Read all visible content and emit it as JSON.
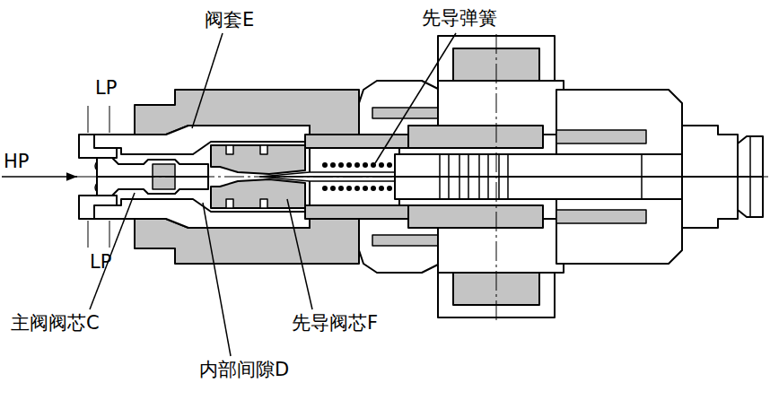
{
  "diagram": {
    "labels": [
      "阀套E",
      "先导弹簧",
      "LP",
      "HP",
      "LP",
      "主阀阀芯C",
      "内部间隙D",
      "先导阀芯F"
    ]
  }
}
